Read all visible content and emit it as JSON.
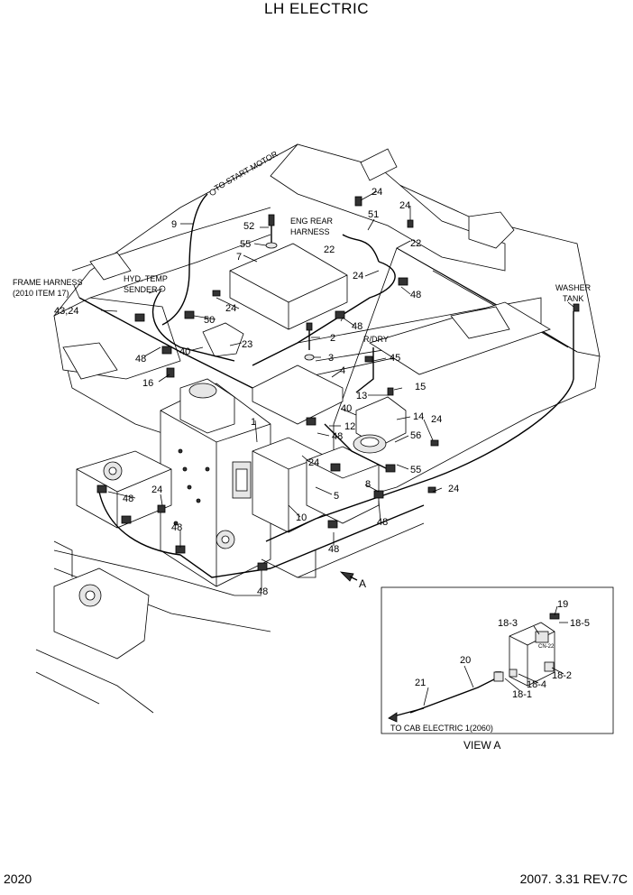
{
  "title": "LH ELECTRIC",
  "footer": {
    "page": "2020",
    "date_rev": "2007. 3.31 REV.7C"
  },
  "view_label": "VIEW  A",
  "view_arrow_label": "A",
  "notes": {
    "to_start_motor": "TO START MOTOR",
    "eng_rear_1": "ENG REAR",
    "eng_rear_2": "HARNESS",
    "frame_1": "FRAME HARNESS",
    "frame_2": "(2010 ITEM 17)",
    "hyd_1": "HYD. TEMP",
    "hyd_2": "SENDER",
    "washer_1": "WASHER",
    "washer_2": "TANK",
    "rdry": "R/DRY",
    "to_cab": "TO CAB ELECTRIC 1(2060)",
    "cn": "CN-22"
  },
  "callouts": [
    "1",
    "2",
    "3",
    "4",
    "5",
    "7",
    "8",
    "9",
    "10",
    "12",
    "13",
    "14",
    "15",
    "16",
    "22",
    "23",
    "43",
    "40",
    "45",
    "50",
    "51",
    "52",
    "55",
    "56",
    "24",
    "48",
    "43,24",
    "18-1",
    "18-2",
    "18-3",
    "18-4",
    "18-5",
    "19",
    "20",
    "21"
  ]
}
